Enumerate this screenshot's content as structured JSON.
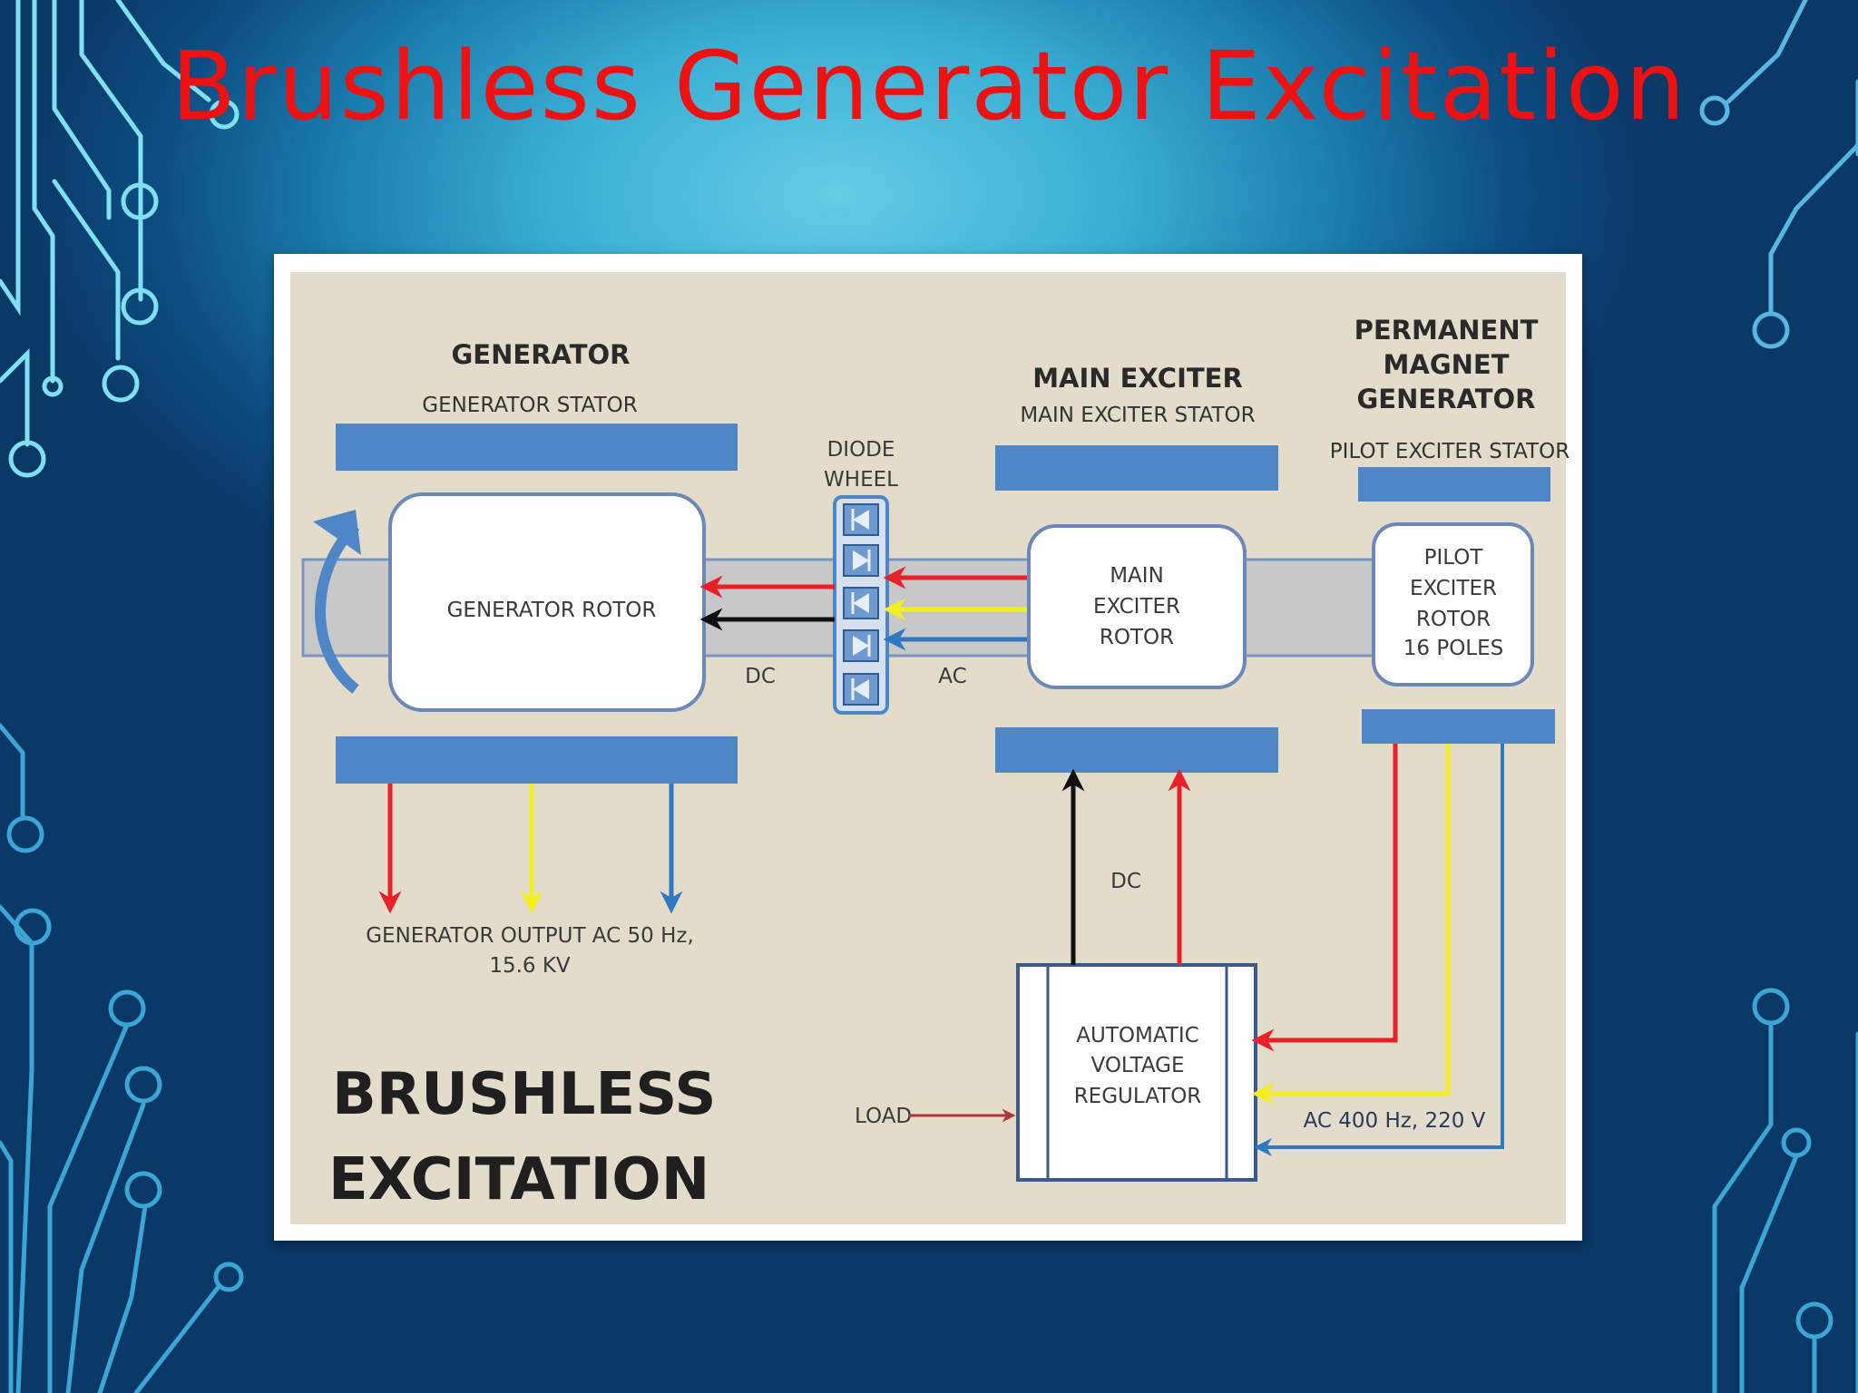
{
  "title": "Brushless Generator Excitation",
  "colors": {
    "title": "#ee1111",
    "panel": "#e3dccb",
    "stator": "#4f86c8",
    "shaft": "#c8c8c8",
    "red_phase": "#e82028",
    "yellow_phase": "#f4ef20",
    "blue_phase": "#2f78c2",
    "dc_line": "#111111"
  },
  "generator": {
    "header": "GENERATOR",
    "stator_label": "GENERATOR STATOR",
    "rotor_label": "GENERATOR ROTOR",
    "output_line1": "GENERATOR OUTPUT  AC  50 Hz,",
    "output_line2": "15.6 KV"
  },
  "diode_wheel": {
    "line1": "DIODE",
    "line2": "WHEEL"
  },
  "shaft_labels": {
    "dc": "DC",
    "ac": "AC"
  },
  "main_exciter": {
    "header": "MAIN EXCITER",
    "stator_label": "MAIN EXCITER STATOR",
    "rotor_line1": "MAIN",
    "rotor_line2": "EXCITER",
    "rotor_line3": "ROTOR"
  },
  "pmg": {
    "header_line1": "PERMANENT",
    "header_line2": "MAGNET",
    "header_line3": "GENERATOR",
    "stator_label": "PILOT EXCITER STATOR",
    "rotor_line1": "PILOT",
    "rotor_line2": "EXCITER",
    "rotor_line3": "ROTOR",
    "rotor_line4": "16 POLES"
  },
  "avr": {
    "line1": "AUTOMATIC",
    "line2": "VOLTAGE",
    "line3": "REGULATOR",
    "dc_label": "DC",
    "load_label": "LOAD",
    "supply_label": "AC 400 Hz, 220 V"
  },
  "caption": {
    "line1": "BRUSHLESS",
    "line2": "EXCITATION"
  }
}
